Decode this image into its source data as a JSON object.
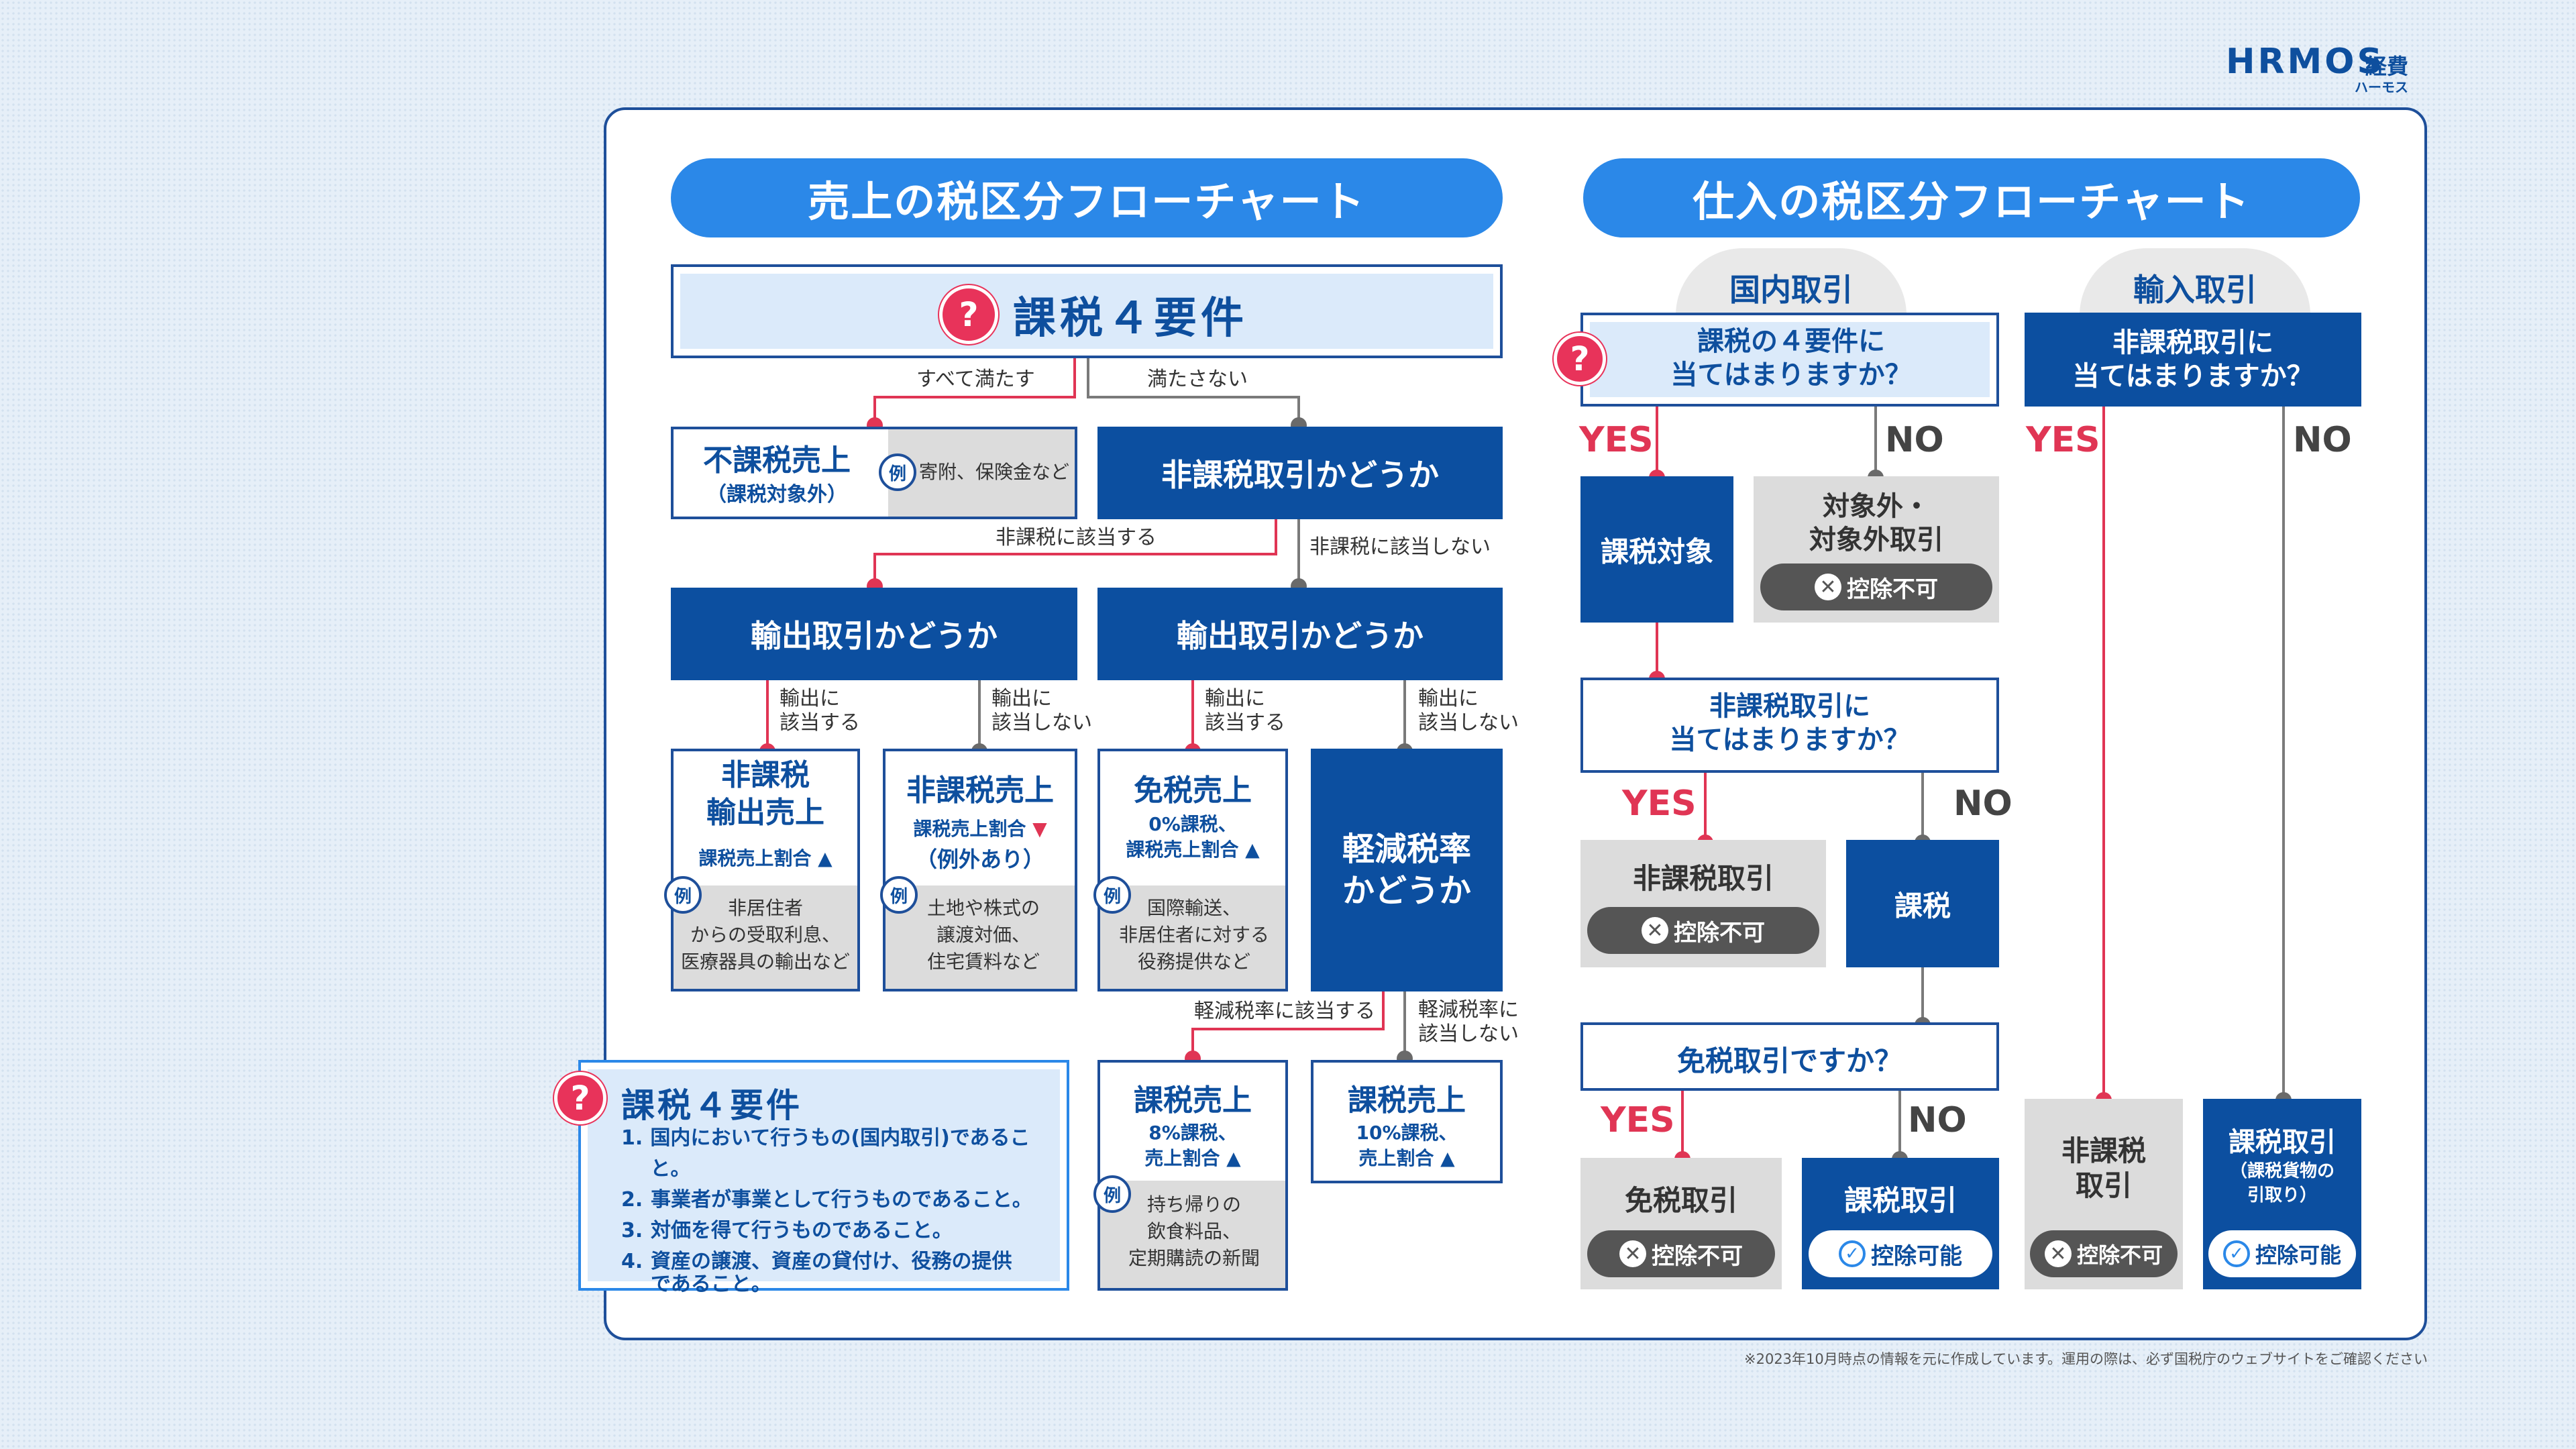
{
  "brand": {
    "name": "HRMOS",
    "suffix": "経費",
    "sub": "ハーモス"
  },
  "left": {
    "title": "売上の税区分フローチャート",
    "top_question": "課税４要件",
    "branch_all": "すべて満たす",
    "branch_not": "満たさない",
    "non_taxable_title": "不課税売上",
    "non_taxable_sub": "（課税対象外）",
    "example_label": "例",
    "non_taxable_example": "寄附、保険金など",
    "q_exempt": "非課税取引かどうか",
    "exempt_yes": "非課税に該当する",
    "exempt_no": "非課税に該当しない",
    "q_export": "輸出取引かどうか",
    "export_yes": "輸出に\n該当する",
    "export_no": "輸出に\n該当しない",
    "r1_title": "非課税\n輸出売上",
    "r1_sub": "課税売上割合",
    "r1_ex": "非居住者\nからの受取利息、\n医療器具の輸出など",
    "r2_title": "非課税売上",
    "r2_sub": "課税売上割合",
    "r2_sub2": "（例外あり）",
    "r2_ex": "土地や株式の\n譲渡対価、\n住宅賃料など",
    "r3_title": "免税売上",
    "r3_sub": "0%課税、\n課税売上割合",
    "r3_ex": "国際輸送、\n非居住者に対する\n役務提供など",
    "q_reduced": "軽減税率\nかどうか",
    "reduced_yes": "軽減税率に該当する",
    "reduced_no": "軽減税率に\n該当しない",
    "r4_title": "課税売上",
    "r4_sub": "8%課税、\n売上割合",
    "r4_ex": "持ち帰りの\n飲食料品、\n定期購読の新聞",
    "r5_title": "課税売上",
    "r5_sub": "10%課税、\n売上割合",
    "req_title": "課税４要件",
    "requirements": [
      {
        "num": "1.",
        "text": "国内において行うもの(国内取引)であること。"
      },
      {
        "num": "2.",
        "text": "事業者が事業として行うものであること。"
      },
      {
        "num": "3.",
        "text": "対価を得て行うものであること。"
      },
      {
        "num": "4.",
        "text": "資産の譲渡、資産の貸付け、役務の提供\nであること。"
      }
    ]
  },
  "right": {
    "title": "仕入の税区分フローチャート",
    "domestic": "国内取引",
    "import": "輸入取引",
    "q_four": "課税の４要件に\n当てはまりますか？",
    "q_import": "非課税取引に\n当てはまりますか？",
    "yes": "YES",
    "no": "NO",
    "taxable_target": "課税対象",
    "out_of_scope": "対象外・\n対象外取引",
    "deduct_no": "控除不可",
    "deduct_yes": "控除可能",
    "q_nontax": "非課税取引に\n当てはまりますか？",
    "nontax": "非課税取引",
    "taxable": "課税",
    "q_duty_free": "免税取引ですか？",
    "duty_free": "免税取引",
    "taxed_trade": "課税取引",
    "import_nontax": "非課税\n取引",
    "import_taxed": "課税取引",
    "import_taxed_sub": "（課税貨物の\n引取り）"
  },
  "footnote": "※2023年10月時点の情報を元に作成しています。運用の際は、必ず国税庁のウェブサイトをご確認ください",
  "colors": {
    "navy": "#0c4fa0",
    "accent": "#2b88e8",
    "red": "#e03554",
    "gray": "#dcdcdc"
  }
}
